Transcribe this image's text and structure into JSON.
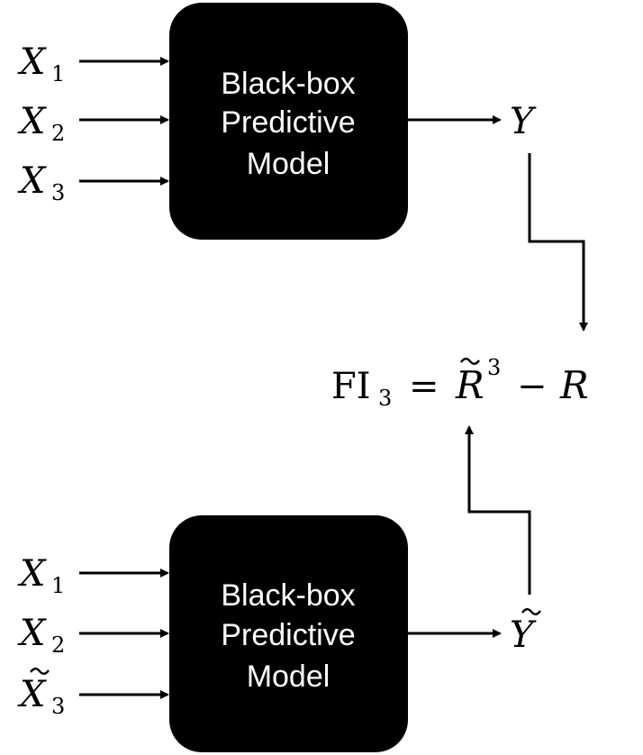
{
  "top_model": {
    "lines": [
      "Black-box",
      "Predictive",
      "Model"
    ],
    "inputs": [
      {
        "base": "X",
        "sub": "1",
        "tilde": false
      },
      {
        "base": "X",
        "sub": "2",
        "tilde": false
      },
      {
        "base": "X",
        "sub": "3",
        "tilde": false
      }
    ],
    "output": {
      "base": "Y",
      "tilde": false
    }
  },
  "bottom_model": {
    "lines": [
      "Black-box",
      "Predictive",
      "Model"
    ],
    "inputs": [
      {
        "base": "X",
        "sub": "1",
        "tilde": false
      },
      {
        "base": "X",
        "sub": "2",
        "tilde": false
      },
      {
        "base": "X",
        "sub": "3",
        "tilde": true
      }
    ],
    "output": {
      "base": "Y",
      "tilde": true
    }
  },
  "formula": {
    "lhs": "FI",
    "lhs_sub": "3",
    "equals": "=",
    "r_symbol": "R",
    "r_sup": "3",
    "minus": "−"
  }
}
